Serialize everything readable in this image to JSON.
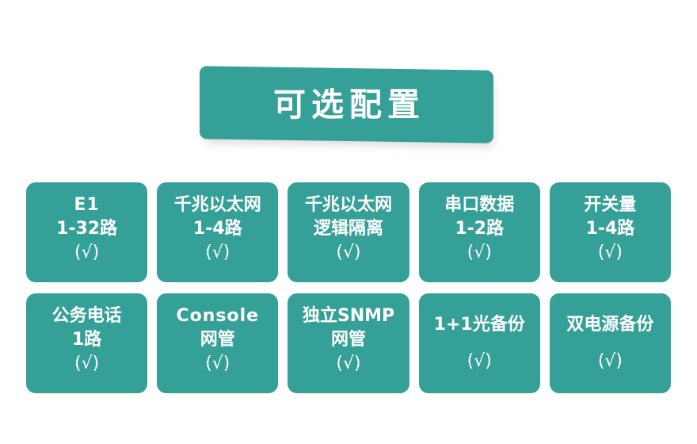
{
  "banner": {
    "title": "可选配置",
    "color": "#35a098"
  },
  "theme": {
    "card_color": "#35a098",
    "text_color": "#ffffff",
    "background": "#ffffff"
  },
  "cards": {
    "row1": [
      {
        "line1": "E1",
        "line2": "1-32路",
        "check": "(√)"
      },
      {
        "line1": "千兆以太网",
        "line2": "1-4路",
        "check": "(√)"
      },
      {
        "line1": "千兆以太网",
        "line2": "逻辑隔离",
        "check": "(√)"
      },
      {
        "line1": "串口数据",
        "line2": "1-2路",
        "check": "(√)"
      },
      {
        "line1": "开关量",
        "line2": "1-4路",
        "check": "(√)"
      }
    ],
    "row2": [
      {
        "line1": "公务电话",
        "line2": "1路",
        "check": "(√)"
      },
      {
        "line1": "Console",
        "line2": "网管",
        "check": "(√)"
      },
      {
        "line1": "独立SNMP",
        "line2": "网管",
        "check": "(√)"
      },
      {
        "line1": "1+1光备份",
        "line2": "",
        "check": "(√)"
      },
      {
        "line1": "双电源备份",
        "line2": "",
        "check": "(√)"
      }
    ]
  }
}
